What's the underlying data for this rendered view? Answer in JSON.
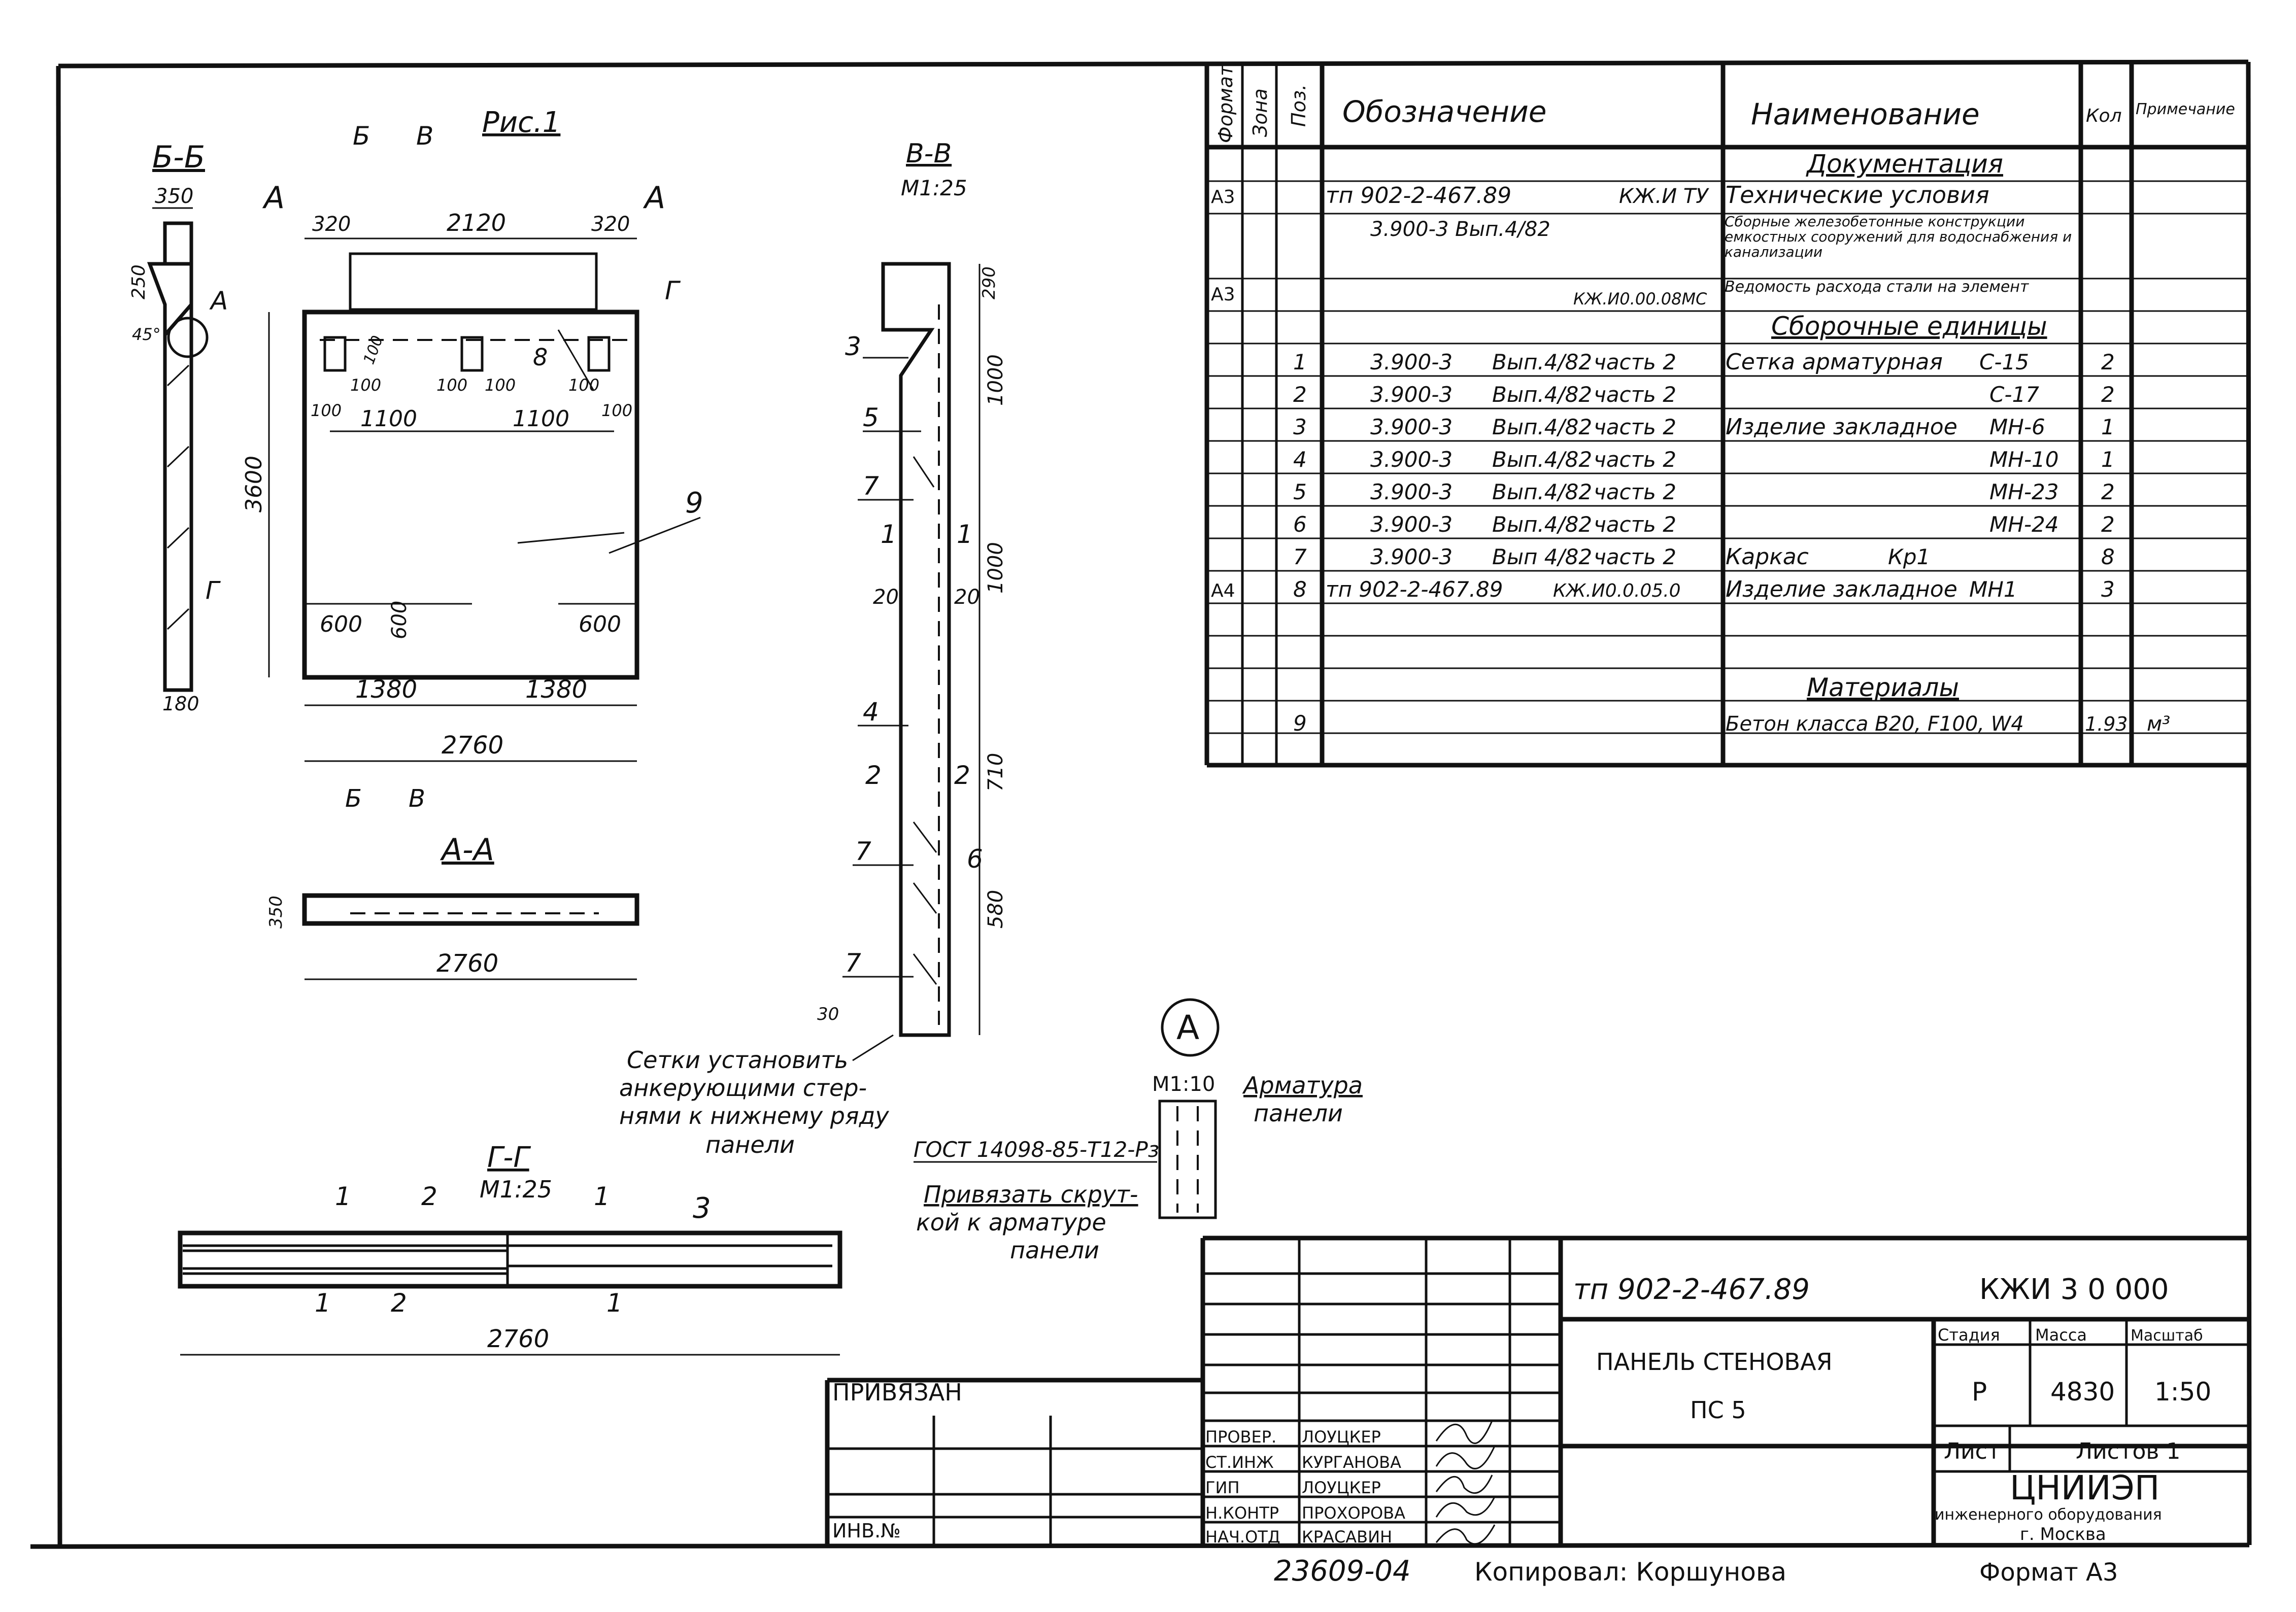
{
  "spec_table": {
    "headers": [
      "Формат",
      "Зона",
      "Поз.",
      "Обозначение",
      "Наименование",
      "Кол",
      "Примечание"
    ],
    "sections": {
      "documentation": "Документация",
      "assembly": "Сборочные единицы",
      "materials": "Материалы"
    },
    "doc_rows": [
      {
        "format": "А3",
        "pos": "",
        "designation": "тп 902-2-467.89",
        "designation2": "КЖ.И ТУ",
        "name": "Технические условия",
        "qty": ""
      },
      {
        "format": "",
        "pos": "",
        "designation": "3.900-3 Вып.4/82",
        "designation2": "",
        "name": "Сборные железобетонные конструкции емкостных сооружений для водоснабжения и канализации",
        "qty": ""
      },
      {
        "format": "А3",
        "pos": "",
        "designation": "",
        "designation2": "КЖ.И0.00.08МС",
        "name": "Ведомость расхода стали на элемент",
        "qty": ""
      }
    ],
    "assembly_rows": [
      {
        "format": "",
        "pos": "1",
        "designation": "3.900-3",
        "issue": "Вып.4/82",
        "part": "часть 2",
        "name": "Сетка арматурная",
        "mark": "С-15",
        "qty": "2"
      },
      {
        "format": "",
        "pos": "2",
        "designation": "3.900-3",
        "issue": "Вып.4/82",
        "part": "часть 2",
        "name": "",
        "mark": "С-17",
        "qty": "2"
      },
      {
        "format": "",
        "pos": "3",
        "designation": "3.900-3",
        "issue": "Вып.4/82",
        "part": "часть 2",
        "name": "Изделие закладное",
        "mark": "МН-6",
        "qty": "1"
      },
      {
        "format": "",
        "pos": "4",
        "designation": "3.900-3",
        "issue": "Вып.4/82",
        "part": "часть 2",
        "name": "",
        "mark": "МН-10",
        "qty": "1"
      },
      {
        "format": "",
        "pos": "5",
        "designation": "3.900-3",
        "issue": "Вып.4/82",
        "part": "часть 2",
        "name": "",
        "mark": "МН-23",
        "qty": "2"
      },
      {
        "format": "",
        "pos": "6",
        "designation": "3.900-3",
        "issue": "Вып.4/82",
        "part": "часть 2",
        "name": "",
        "mark": "МН-24",
        "qty": "2"
      },
      {
        "format": "",
        "pos": "7",
        "designation": "3.900-3",
        "issue": "Вып 4/82",
        "part": "часть 2",
        "name": "Каркас",
        "mark": "Кр1",
        "qty": "8"
      },
      {
        "format": "А4",
        "pos": "8",
        "designation": "тп 902-2-467.89",
        "issue": "",
        "part": "КЖ.И0.0.05.0",
        "name": "Изделие закладное",
        "mark": "МН1",
        "qty": "3"
      }
    ],
    "material_rows": [
      {
        "pos": "9",
        "name": "Бетон класса В20, F100, W4",
        "qty": "1.93",
        "note": "м³"
      }
    ]
  },
  "drawing": {
    "fig_label": "Рис.1",
    "section_bb": "Б-Б",
    "section_vv": "В-В",
    "section_vv_scale": "М1:25",
    "section_aa": "А-А",
    "section_gg": "Г-Г",
    "section_gg_scale": "М1:25",
    "detail_a": "А",
    "detail_a_scale": "М1:10",
    "cut_letters": {
      "a": "А",
      "b": "Б",
      "v": "В",
      "g": "Г"
    },
    "dims": {
      "d350": "350",
      "d250": "250",
      "d45": "45°",
      "d180": "180",
      "d320a": "320",
      "d2120": "2120",
      "d320b": "320",
      "d3600": "3600",
      "d100a": "100",
      "d100b": "100",
      "d100c": "100",
      "d100d": "100",
      "d100e": "100",
      "d100f": "100",
      "d1100a": "1100",
      "d1100b": "1100",
      "d600a": "600",
      "d600b": "600",
      "d600c": "600",
      "d1380a": "1380",
      "d1380b": "1380",
      "d2760a": "2760",
      "d2760b": "2760",
      "d2760c": "2760",
      "d350aa": "350",
      "v290": "290",
      "v1000a": "1000",
      "v1000b": "1000",
      "v710": "710",
      "v580": "580",
      "v30": "30",
      "v20a": "20",
      "v20b": "20"
    },
    "positions": {
      "p9": "9",
      "p8": "8",
      "v3": "3",
      "v5": "5",
      "v7a": "7",
      "v1a": "1",
      "v1b": "1",
      "v4": "4",
      "v2a": "2",
      "v2b": "2",
      "v7b": "7",
      "v6": "6",
      "v7c": "7",
      "g1a": "1",
      "g2a": "2",
      "g1b": "1",
      "g3": "3",
      "g1c": "1",
      "g2b": "2",
      "g1d": "1"
    },
    "notes": {
      "mesh_1": "Сетки установить",
      "mesh_2": "анкерующими стер-",
      "mesh_3": "нями к нижнему ряду",
      "mesh_4": "панели",
      "gost": "ГОСТ 14098-85-Т12-Рз",
      "armatura_1": "Арматура",
      "armatura_2": "панели",
      "tie_1": "Привязать скрут-",
      "tie_2": "кой к арматуре",
      "tie_3": "панели"
    }
  },
  "title_block": {
    "doc_code": "тп 902-2-467.89",
    "sheet_code": "КЖИ 3 0 000",
    "title_1": "ПАНЕЛЬ СТЕНОВАЯ",
    "title_2": "ПС 5",
    "stage_label": "Стадия",
    "mass_label": "Масса",
    "scale_label": "Масштаб",
    "stage": "Р",
    "mass": "4830",
    "scale": "1:50",
    "sheet_label": "Лист",
    "sheets_label": "Листов 1",
    "org_1": "ЦНИИЭП",
    "org_2": "инженерного оборудования",
    "org_3": "г. Москва",
    "privyazan": "ПРИВЯЗАН",
    "inv": "ИНВ.№",
    "roles": [
      {
        "role": "ПРОВЕР.",
        "name": "ЛОУЦКЕР"
      },
      {
        "role": "СТ.ИНЖ",
        "name": "КУРГАНОВА"
      },
      {
        "role": "ГИП",
        "name": "ЛОУЦКЕР"
      },
      {
        "role": "Н.КОНТР",
        "name": "ПРОХОРОВА"
      },
      {
        "role": "НАЧ.ОТД",
        "name": "КРАСАВИН"
      }
    ]
  },
  "footer": {
    "number": "23609-04",
    "copied": "Копировал: Коршунова",
    "format": "Формат А3"
  }
}
